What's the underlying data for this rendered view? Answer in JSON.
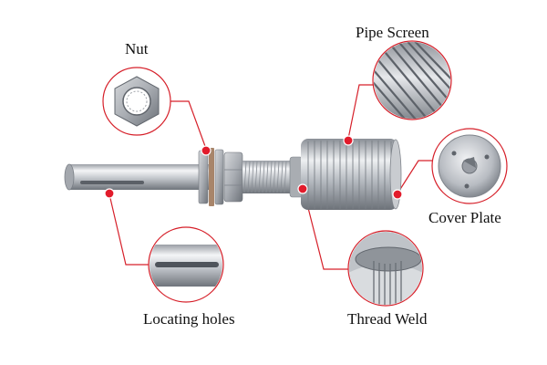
{
  "labels": {
    "nut": "Nut",
    "pipe_screen": "Pipe Screen",
    "cover_plate": "Cover Plate",
    "locating_holes": "Locating holes",
    "thread_weld": "Thread Weld"
  },
  "colors": {
    "leader_line": "#d6202a",
    "marker_fill": "#e21b2b",
    "steel_light": "#e9ebee",
    "steel_mid": "#b9bdc3",
    "steel_dark": "#7d828a",
    "background": "#ffffff"
  }
}
